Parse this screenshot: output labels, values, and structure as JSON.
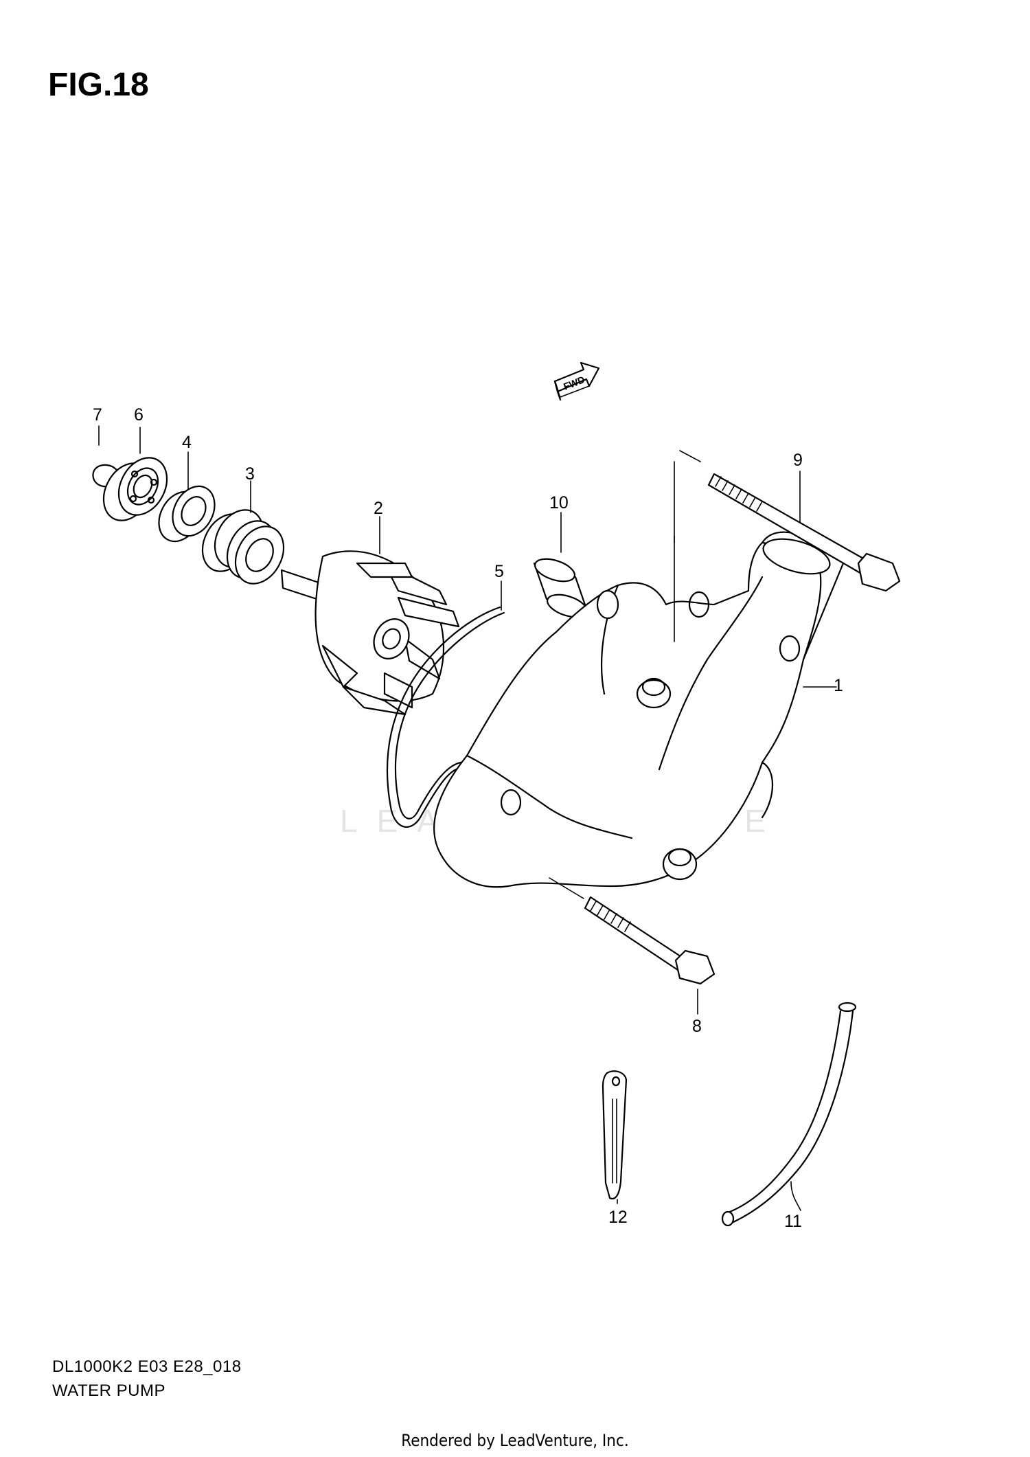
{
  "figure_label": "FIG.18",
  "fwd_label": "FWD",
  "watermark": "LEADVENTURE",
  "model_code": "DL1000K2 E03 E28_018",
  "assembly_title": "WATER PUMP",
  "rendered_by": "Rendered by LeadVenture, Inc.",
  "callouts": [
    {
      "id": "1",
      "label": "1"
    },
    {
      "id": "2",
      "label": "2"
    },
    {
      "id": "3",
      "label": "3"
    },
    {
      "id": "4",
      "label": "4"
    },
    {
      "id": "5",
      "label": "5"
    },
    {
      "id": "6",
      "label": "6"
    },
    {
      "id": "7",
      "label": "7"
    },
    {
      "id": "8",
      "label": "8"
    },
    {
      "id": "9",
      "label": "9"
    },
    {
      "id": "10",
      "label": "10"
    },
    {
      "id": "11",
      "label": "11"
    },
    {
      "id": "12",
      "label": "12"
    }
  ]
}
